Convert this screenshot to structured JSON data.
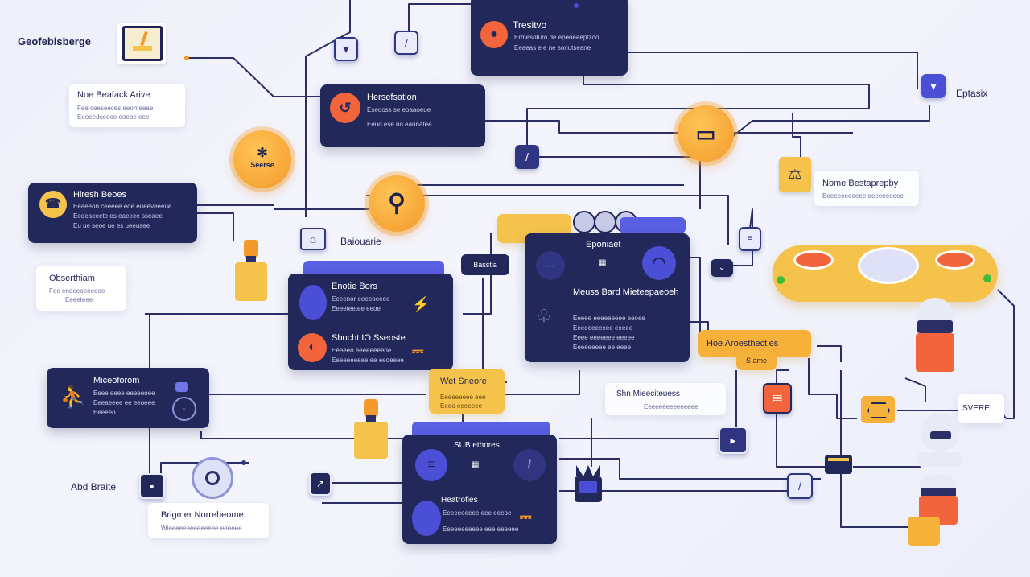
{
  "labels": {
    "top_left": "Geofebisberge",
    "right_top": "Eptasix",
    "bottom_left": "Abd Braite",
    "center": "Baiouarie",
    "right_tag": "SVERE",
    "small_tag": "Basstia"
  },
  "cards": {
    "hero_top": {
      "title": "Tresitvo",
      "lines": [
        "Ermesoturo de epeoeeeptzoo",
        "Eeaeas e e ne sonutseane"
      ]
    },
    "harsession": {
      "title": "Hersefsation",
      "lines": [
        "Eseooss se eoaaoeue",
        "Eeuo ese no eaunatee"
      ]
    },
    "notes_left": {
      "title": "Noe Beafack Arive",
      "lines": [
        "Fee ceeseeces eeomeeae",
        "Eeoeedceeoe eoeoe eee"
      ]
    },
    "hiress": {
      "title": "Hiresh Beoes",
      "lines": [
        "Eeaeeon ceeeee eoe eueeveeeue",
        "Eeoeaeeete es eaeeee sseaee",
        "Eu ue seoe ue es ueeusee"
      ]
    },
    "obsethiam": {
      "title": "Obserthiam",
      "lines": [
        "Fee eneeeoeeeeoe",
        "Eeeeteee"
      ]
    },
    "enotie": {
      "title": "Enotie Bors",
      "lines": [
        "Eeeenor eeeeoeeee",
        "Eeeeteetee eeoe"
      ]
    },
    "sbocht": {
      "title": "Sbocht IO Sseoste",
      "lines": [
        "Eeeeeo eeeeeeeeoe",
        "Eeeeeeeeee ee eeoeeee"
      ]
    },
    "eponiaet": {
      "title": "Eponiaet",
      "subtitle": "Meuss Bard Mieteepaeoeh",
      "lines": [
        "Eeeee eeeeeeeee eeoee",
        "Eeeeeeeeeee eeeee",
        "Eeee eeeeeee eeeee",
        "Eeeeeeeee ee eeee"
      ]
    },
    "miceoform": {
      "title": "Miceoforom",
      "lines": [
        "Eeee eeee eeeeeoee",
        "Eeeaeeee ee eeoeee",
        "Eeeeeo"
      ]
    },
    "wetsnore": {
      "title": "Wet Sneore",
      "lines": [
        "Eeeeeeeee eee",
        "Eeeo eeeeeee"
      ]
    },
    "sub_ethores": {
      "title": "SUB ethores",
      "lines": []
    },
    "heatrofies": {
      "title": "Heatrofies",
      "lines": [
        "Eeeeeoeeee eee eeeoe",
        "Eeeeeeeeeee eee eeeeee"
      ]
    },
    "nome_bes": {
      "title": "Nome Bestaprepby",
      "lines": [
        "Eeeeeeeeeeee eeeeeeeeee"
      ]
    },
    "hoe_aro": {
      "title": "Hoe Aroesthecties",
      "sub": "S ame"
    },
    "shn": {
      "title": "Shn Mieeciteuess",
      "lines": [
        "Eeeeeeeeeeeeeee"
      ]
    },
    "brigner": {
      "title": "Brigmer Norreheome",
      "lines": [
        "Wieeeeeeeeeeeeee eeeeee"
      ]
    }
  },
  "orbs": {
    "left": "Seerse"
  },
  "colors": {
    "navy": "#23285a",
    "orange": "#f39a2a",
    "yellow": "#f5c34c",
    "violet": "#4b4fd6",
    "coral": "#f2643b",
    "wire": "#2b2f66"
  }
}
